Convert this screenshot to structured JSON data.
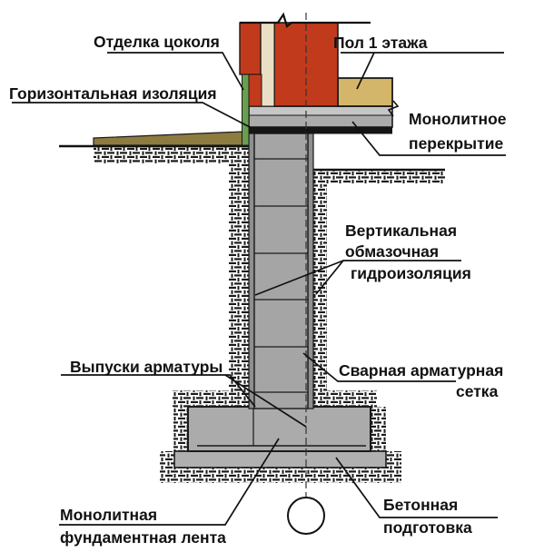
{
  "diagram": {
    "type": "foundation-cross-section",
    "labels": {
      "plinth_finish": "Отделка цоколя",
      "horizontal_insulation": "Горизонтальная изоляция",
      "first_floor": "Пол 1 этажа",
      "monolithic_slab_1": "Монолитное",
      "monolithic_slab_2": "перекрытие",
      "vertical_wp_1": "Вертикальная",
      "vertical_wp_2": "обмазочная",
      "vertical_wp_3": "гидроизоляция",
      "welded_mesh_1": "Сварная арматурная",
      "welded_mesh_2": "сетка",
      "rebar_outlets": "Выпуски арматуры",
      "strip_foundation_1": "Монолитная",
      "strip_foundation_2": "фундаментная лента",
      "concrete_prep_1": "Бетонная",
      "concrete_prep_2": "подготовка"
    },
    "colors": {
      "brick": "#c23a1c",
      "insulation_cream": "#e8dfc5",
      "plinth_green": "#69a04f",
      "floor_tan": "#d3b669",
      "blind_area_olive": "#8d7b40",
      "slab_gray": "#ababab",
      "slab_light_gray": "#c6c6c6",
      "wall_gray": "#a5a5a5",
      "coating_gray": "#8f8f8f",
      "footing_gray": "#ababab",
      "prep_gray": "#b0b0b0",
      "waterproofing_black": "#151515",
      "line_black": "#1a1a1a"
    }
  }
}
